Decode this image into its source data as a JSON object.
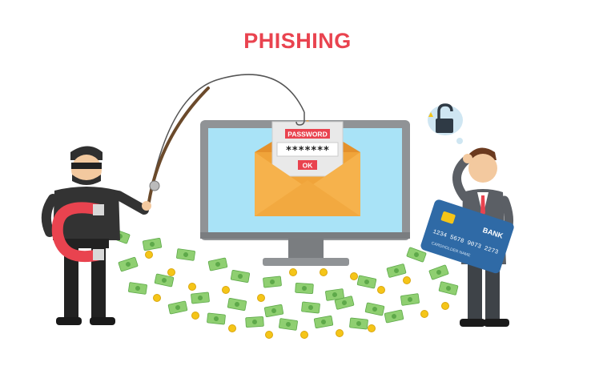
{
  "title": "PHISHING",
  "login_form": {
    "password_label": "PASSWORD",
    "password_value": "*******",
    "ok_label": "OK"
  },
  "credit_card": {
    "bank_label": "BANK",
    "card_number": "1234 5678 9073 2273",
    "holder": "CARDHOLDER NAME"
  },
  "colors": {
    "title": "#e9434f",
    "monitor_frame": "#909396",
    "screen": "#a9e3f7",
    "envelope": "#f0a43a",
    "card": "#2f6aa6",
    "money": "#8fcf71",
    "coin": "#f5c518"
  },
  "icons": [
    "fishing-rod-icon",
    "hook-icon",
    "magnet-icon",
    "lock-icon",
    "envelope-icon",
    "money-icon",
    "coin-icon"
  ]
}
